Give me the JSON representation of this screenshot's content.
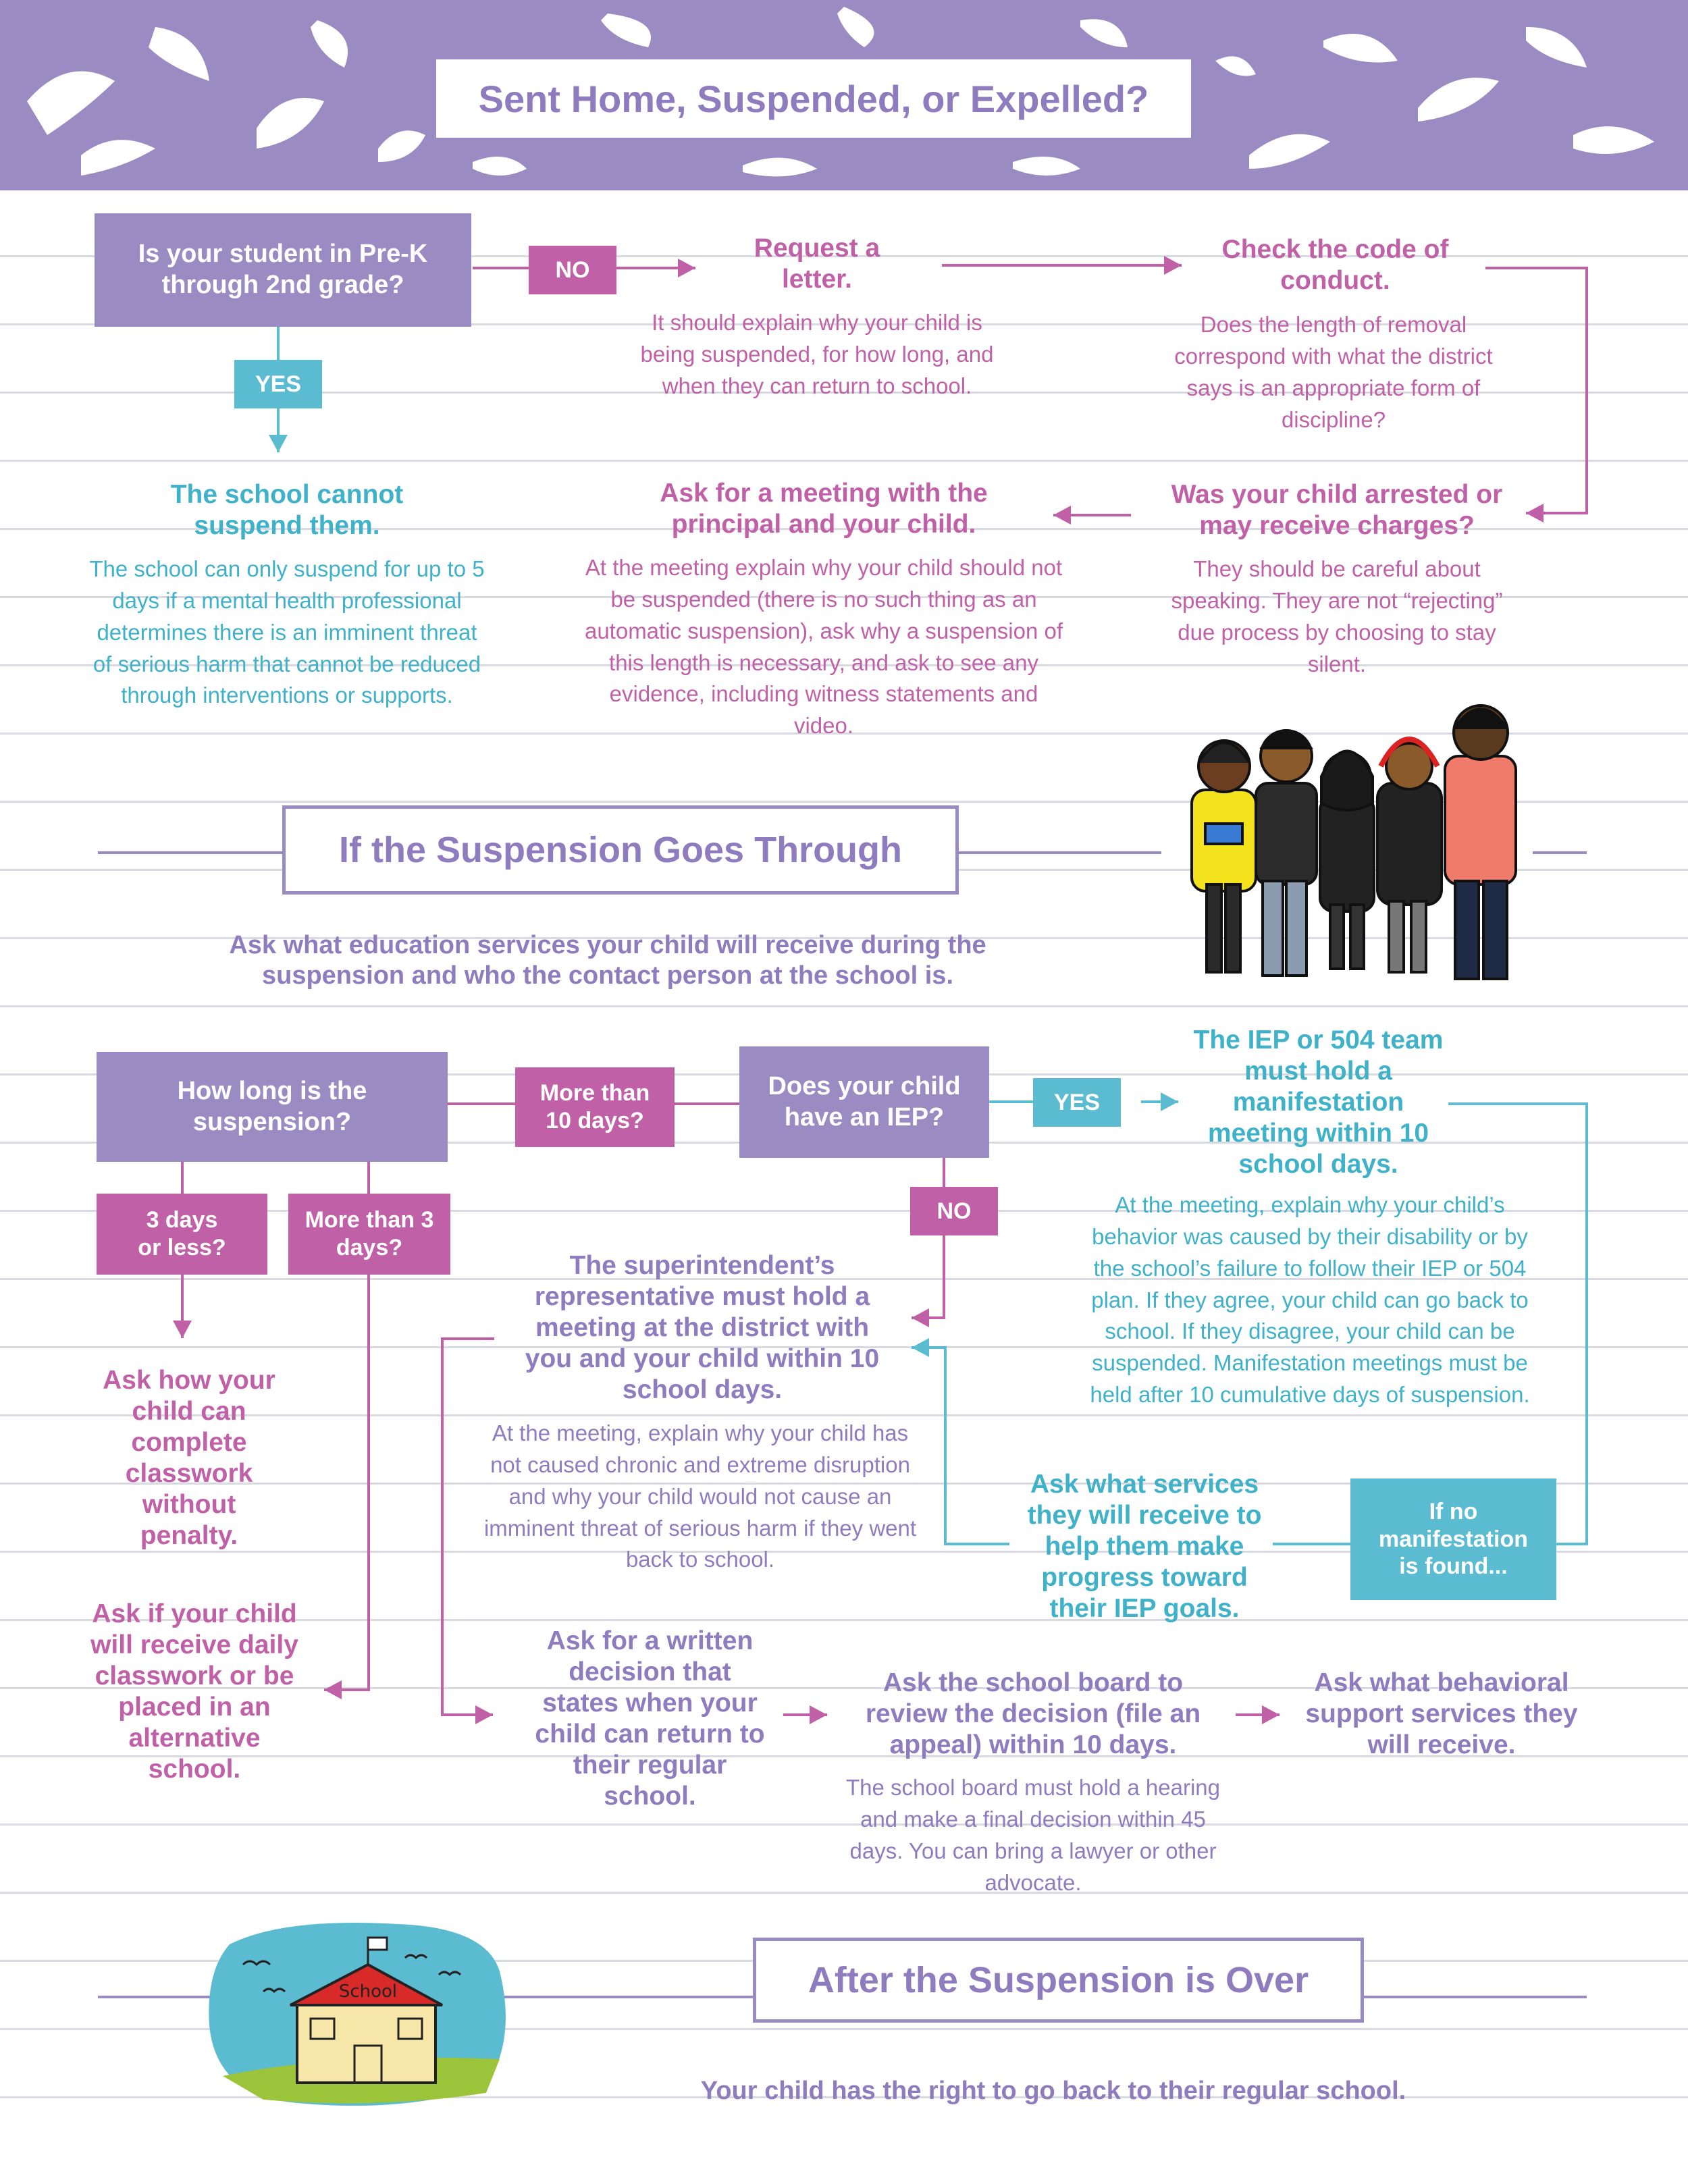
{
  "title": "Sent Home, Suspended, or Expelled?",
  "section1": {
    "question": "Is your student in Pre-K through 2nd grade?",
    "no_label": "NO",
    "yes_label": "YES",
    "request_letter": {
      "heading": "Request a letter.",
      "body": "It should explain why your child is being suspended, for how long, and when they can return to school."
    },
    "code_of_conduct": {
      "heading": "Check the code of conduct.",
      "body": "Does the length of removal correspond with what the district says is an appropriate form of discipline?"
    },
    "cannot_suspend": {
      "heading": "The school cannot suspend them.",
      "body": "The school can only suspend for up to 5 days if a mental health professional determines there is an imminent threat of serious harm that cannot be reduced through interventions or supports."
    },
    "meeting_principal": {
      "heading": "Ask for a meeting with the principal and your child.",
      "body": "At the meeting explain why your child should not be suspended (there is no such thing as an automatic suspension), ask why a suspension of this length is necessary, and ask to see any evidence, including witness statements and video."
    },
    "arrested": {
      "heading": "Was your child arrested or may receive charges?",
      "body": "They should be careful about speaking. They are not “rejecting” due process by choosing to stay silent."
    }
  },
  "section2": {
    "heading": "If the Suspension Goes Through",
    "intro": "Ask what education services your child will receive during the suspension and who the contact person at the school is.",
    "how_long": "How long is the suspension?",
    "three_days": "3 days or less?",
    "more_than_three": "More than 3 days?",
    "more_than_ten": "More than 10 days?",
    "have_iep": "Does your child have an IEP?",
    "yes_label": "YES",
    "no_label": "NO",
    "manifestation": {
      "heading": "The IEP or 504 team must hold a manifestation meeting within 10 school days.",
      "body": "At the meeting, explain why your child’s behavior was caused by their disability or by the school’s failure to follow their IEP or 504 plan.  If they agree, your child can go back to school. If they disagree, your child can be suspended. Manifestation meetings must be held after 10 cumulative days of suspension."
    },
    "superintendent": {
      "heading": "The superintendent’s representative must hold a meeting at the district with you and your child within 10 school days.",
      "body": "At the meeting, explain why your child has not caused chronic and extreme disruption and why your child would not cause an imminent threat of serious harm if they went back to school."
    },
    "complete_classwork": "Ask how your child can complete classwork without penalty.",
    "daily_classwork": "Ask if your child will receive daily classwork or be placed in an alternative school.",
    "services_iep": "Ask what services they will receive to help them make progress toward their IEP goals.",
    "no_manifestation": "If no manifestation is found...",
    "written_decision": "Ask for a written decision that states when your child can return to their regular school.",
    "school_board": {
      "heading": "Ask the school board to review the decision (file an appeal) within 10 days.",
      "body": "The school board must hold a hearing and make a final decision within 45 days. You can bring a lawyer or other advocate."
    },
    "behavioral_support": "Ask what behavioral support services they will receive."
  },
  "section3": {
    "heading": "After the Suspension is Over",
    "body": "Your child has the right to go back to their regular school.",
    "school_sign": "School"
  },
  "colors": {
    "purple": "#9b8bc3",
    "pink": "#c061a8",
    "teal": "#5bbbd0"
  }
}
